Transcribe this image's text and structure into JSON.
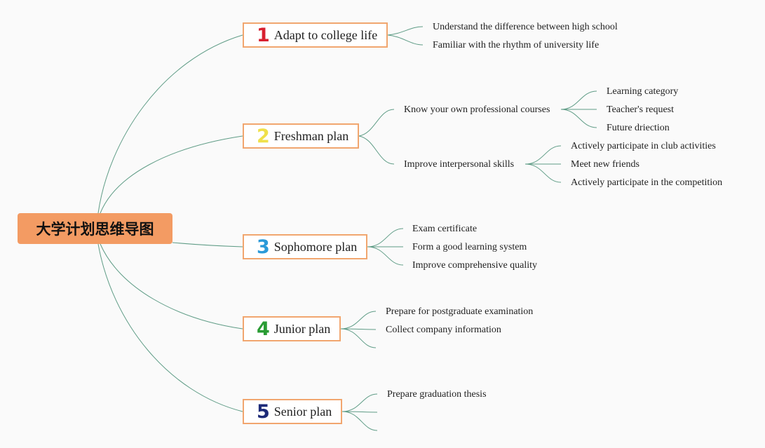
{
  "root": {
    "title": "大学计划思维导图"
  },
  "colors": {
    "link": "#5f9c86",
    "root_bg": "#f39b63",
    "branch_border": "#f1a66f",
    "num1": "#d8202f",
    "num2": "#efe04a",
    "num3": "#2b9ad8",
    "num4": "#2a9c34",
    "num5": "#1d2a78"
  },
  "branches": [
    {
      "num": "1",
      "label": "Adapt to college life",
      "leaves": [
        "Understand the difference between high school",
        "Familiar with the rhythm of university life"
      ]
    },
    {
      "num": "2",
      "label": "Freshman plan",
      "subs": [
        {
          "label": "Know your own professional courses",
          "leaves": [
            "Learning category",
            "Teacher's request",
            "Future driection"
          ]
        },
        {
          "label": "Improve interpersonal skills",
          "leaves": [
            "Actively participate in club activities",
            "Meet new friends",
            "Actively participate in the competition"
          ]
        }
      ]
    },
    {
      "num": "3",
      "label": "Sophomore plan",
      "leaves": [
        "Exam certificate",
        "Form a good learning system",
        "Improve comprehensive quality"
      ]
    },
    {
      "num": "4",
      "label": "Junior plan",
      "leaves": [
        "Prepare for postgraduate examination",
        "Collect company information",
        ""
      ]
    },
    {
      "num": "5",
      "label": "Senior plan",
      "leaves": [
        "Prepare graduation thesis",
        "",
        ""
      ]
    }
  ]
}
